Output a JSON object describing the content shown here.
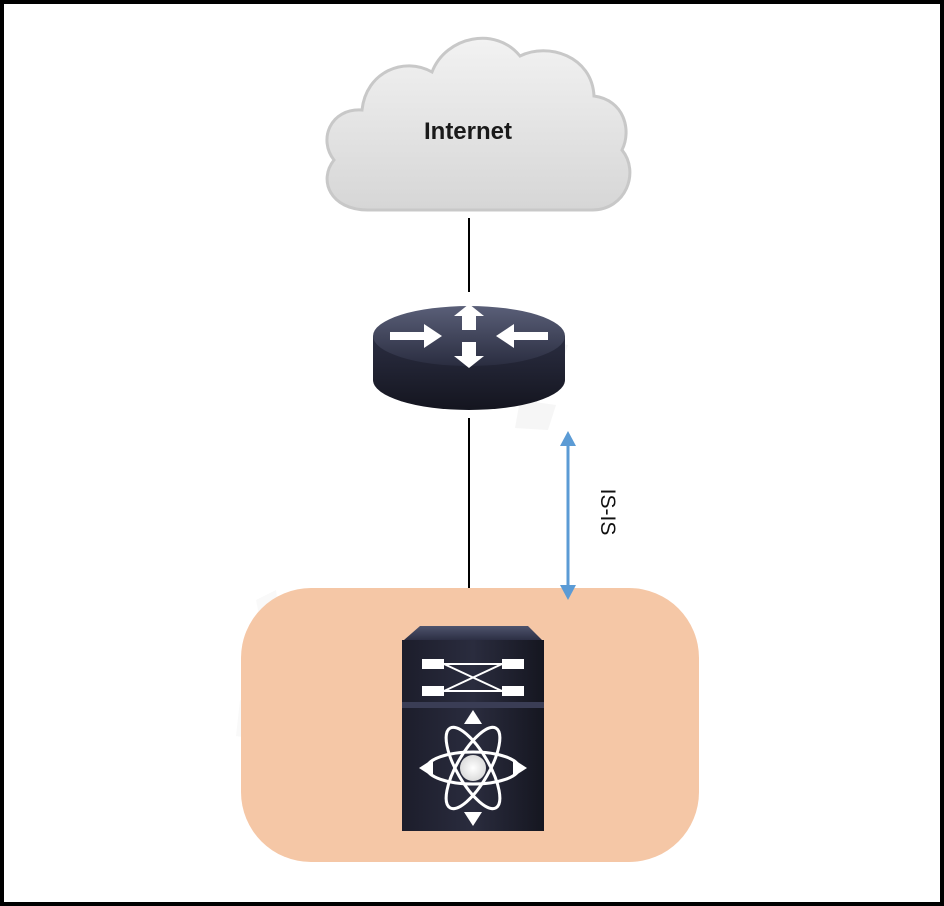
{
  "diagram": {
    "nodes": {
      "cloud": {
        "label": "Internet",
        "icon": "cloud-icon"
      },
      "router": {
        "icon": "router-icon"
      },
      "switch": {
        "icon": "multilayer-switch-icon"
      }
    },
    "links": [
      {
        "from": "cloud",
        "to": "router"
      },
      {
        "from": "router",
        "to": "switch"
      }
    ],
    "protocol": {
      "label": "IS-IS",
      "icon": "double-arrow-icon"
    },
    "colors": {
      "zone_fill": "#f5c7a6",
      "arrow": "#5b9bd5",
      "cloud_fill": "#e4e4e4",
      "device_body": "#1e1f2e",
      "frame": "#000000"
    }
  }
}
